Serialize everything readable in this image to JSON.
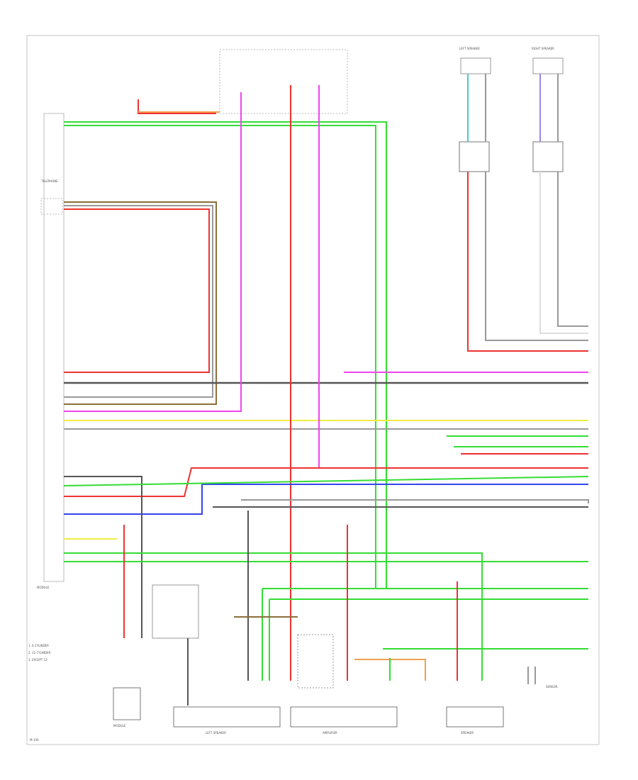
{
  "colors": {
    "frame": "#bdbdbd",
    "text": "#555555",
    "green": "#33dd33",
    "red": "#ee3333",
    "gray": "#999999",
    "dark": "#555555",
    "blue": "#3344ee",
    "pink": "#ee44ee",
    "yellow": "#eeee44",
    "orange": "#f0a050",
    "brown": "#8b6e3a",
    "cyan": "#44cccc",
    "violet": "#9988ee",
    "lightgray": "#dddddd"
  },
  "legend": {
    "items": [
      "1. 6 CYLINDER",
      "2. 12 CYLINDER",
      "3. EXCEPT 12"
    ]
  },
  "labels": {
    "module_left": "MODULE",
    "module_bottom_left": "MODULE",
    "speaker_left": "LEFT SPEAKER",
    "speaker_right": "RIGHT SPEAKER",
    "trans_label": "TELEPHONE",
    "bottom_box_1": "LEFT SPEAKER",
    "bottom_box_2": "AMPLIFIER",
    "bottom_box_3": "SPEAKER",
    "sensor": "SENSOR",
    "corner_ref": "M-100"
  }
}
